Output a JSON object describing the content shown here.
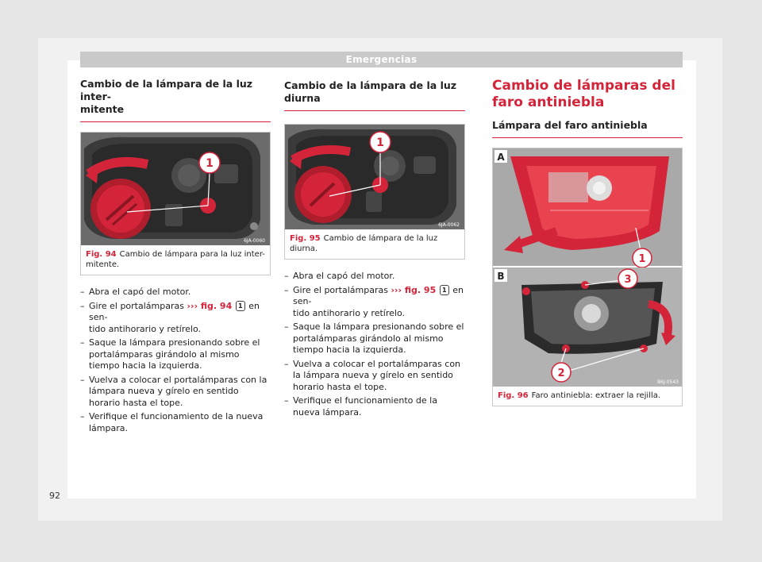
{
  "header": {
    "title": "Emergencias"
  },
  "page_number": "92",
  "col1": {
    "title": "Cambio de la lámpara de la luz inter-\nmitente",
    "figure": {
      "code": "6JA-0060",
      "callout": "1",
      "number": "Fig. 94",
      "caption": "Cambio de lámpara para la luz inter-\nmitente."
    },
    "steps": {
      "s1": "Abra el capó del motor.",
      "s2_pre": "Gire el portalámparas ",
      "s2_ref": "››› fig. 94",
      "s2_num": "1",
      "s2_post": " en sen-\ntido antihorario y retírelo.",
      "s3": "Saque la lámpara presionando sobre el portalámparas girándolo al mismo tiempo hacia la izquierda.",
      "s4": "Vuelva a colocar el portalámparas con la lámpara nueva y gírelo en sentido horario hasta el tope.",
      "s5": "Verifique el funcionamiento de la nueva lámpara."
    }
  },
  "col2": {
    "title": "Cambio de la lámpara de la luz diurna",
    "figure": {
      "code": "6JA-0062",
      "callout": "1",
      "number": "Fig. 95",
      "caption": "Cambio de lámpara de la luz diurna."
    },
    "steps": {
      "s1": "Abra el capó del motor.",
      "s2_pre": "Gire el portalámparas ",
      "s2_ref": "››› fig. 95",
      "s2_num": "1",
      "s2_post": " en sen-\ntido antihorario y retírelo.",
      "s3": "Saque la lámpara presionando sobre el portalámparas girándolo al mismo tiempo hacia la izquierda.",
      "s4": "Vuelva a colocar el portalámparas con la lámpara nueva y gírelo en sentido horario hasta el tope.",
      "s5": "Verifique el funcionamiento de la nueva lámpara."
    }
  },
  "col3": {
    "title": "Cambio de lámparas del faro antiniebla",
    "subtitle": "Lámpara del faro antiniebla",
    "figure": {
      "panel_a": "A",
      "panel_b": "B",
      "callout1": "1",
      "callout2": "2",
      "callout3": "3",
      "code": "B6J-0543",
      "number": "Fig. 96",
      "caption": "Faro antiniebla: extraer la rejilla."
    }
  },
  "colors": {
    "accent": "#d3243a",
    "header_bar": "#c9c9c9"
  }
}
